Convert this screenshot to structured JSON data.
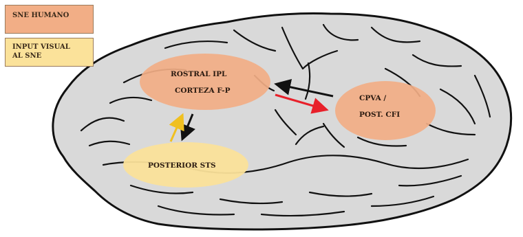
{
  "legend": {
    "sne_humano": "SNE HUMANO",
    "input_visual_line1": "INPUT VISUAL",
    "input_visual_line2": "AL SNE"
  },
  "regions": {
    "rostral_ipl_line1": "ROSTRAL IPL",
    "rostral_ipl_line2": "CORTEZA F-P",
    "cpva_line1": "CPVA /",
    "cpva_line2": "POST. CFI",
    "posterior_sts": "POSTERIOR STS"
  },
  "colors": {
    "sne": "#f2ae86",
    "input": "#fbe29a",
    "brain_fill": "#d9d9d9",
    "arrow_red": "#e8202a",
    "arrow_yellow": "#f0c020",
    "arrow_black": "#111111"
  }
}
